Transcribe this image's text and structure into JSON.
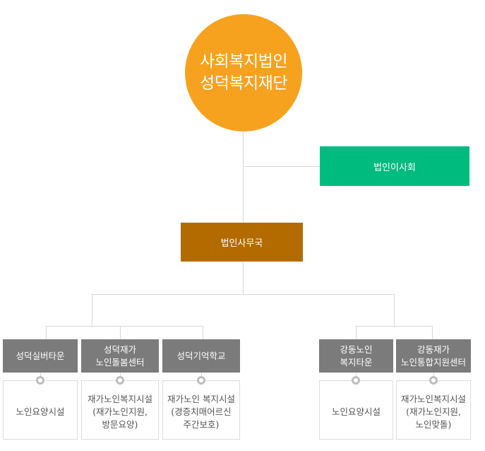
{
  "colors": {
    "root": "#f7a21e",
    "board": "#00bb7e",
    "office": "#b36b00",
    "dept": "#7b7b7b",
    "line": "#d9d9d9"
  },
  "root": {
    "line1": "사회복지법인",
    "line2": "성덕복지재단"
  },
  "board": {
    "label": "법인이사회"
  },
  "office": {
    "label": "법인사무국"
  },
  "departments": [
    {
      "line1": "성덕실버타운",
      "line2": ""
    },
    {
      "line1": "성덕재가",
      "line2": "노인돌봄센터"
    },
    {
      "line1": "성덕기억학교",
      "line2": ""
    },
    {
      "line1": "강동노인",
      "line2": "복지타운"
    },
    {
      "line1": "강동재가",
      "line2": "노인통합지원센터"
    }
  ],
  "facilities": [
    {
      "line1": "노인요양시설",
      "line2": "",
      "line3": ""
    },
    {
      "line1": "재가노인복지시설",
      "line2": "(재가노인지원,",
      "line3": "방문요양)"
    },
    {
      "line1": "재가노인 복지시설",
      "line2": "(경증치매어르신",
      "line3": "주간보호)"
    },
    {
      "line1": "노인요양시설",
      "line2": "",
      "line3": ""
    },
    {
      "line1": "재가노인복지시설",
      "line2": "(재가노인지원,",
      "line3": "노인맞돌)"
    }
  ]
}
